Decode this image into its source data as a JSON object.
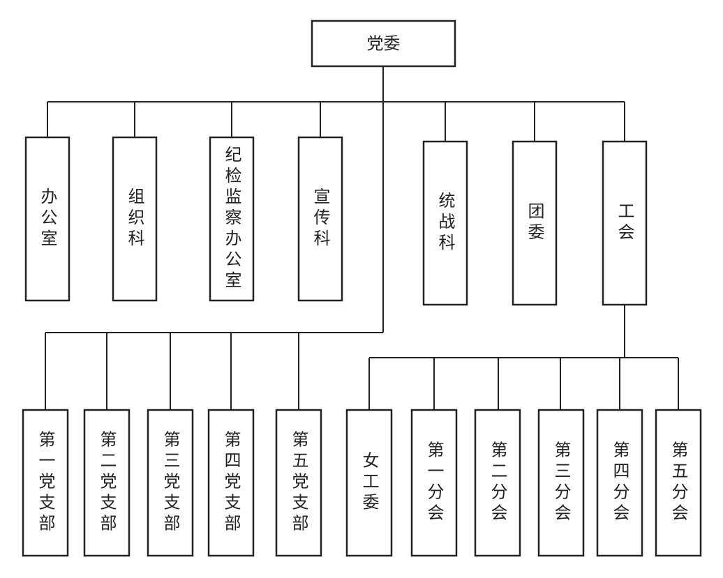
{
  "diagram": {
    "root": {
      "id": "root",
      "label": "党委"
    },
    "departments": [
      {
        "id": "d1",
        "label": "办公室"
      },
      {
        "id": "d2",
        "label": "组织科"
      },
      {
        "id": "d3",
        "label": "纪检监察办公室"
      },
      {
        "id": "d4",
        "label": "宣传科"
      },
      {
        "id": "d5",
        "label": "统战科"
      },
      {
        "id": "d6",
        "label": "团委"
      },
      {
        "id": "d7",
        "label": "工会"
      }
    ],
    "party_branches": [
      {
        "id": "b1",
        "label": "第一党支部"
      },
      {
        "id": "b2",
        "label": "第二党支部"
      },
      {
        "id": "b3",
        "label": "第三党支部"
      },
      {
        "id": "b4",
        "label": "第四党支部"
      },
      {
        "id": "b5",
        "label": "第五党支部"
      }
    ],
    "union_subunits": [
      {
        "id": "u0",
        "label": "女工委"
      },
      {
        "id": "u1",
        "label": "第一分会"
      },
      {
        "id": "u2",
        "label": "第二分会"
      },
      {
        "id": "u3",
        "label": "第三分会"
      },
      {
        "id": "u4",
        "label": "第四分会"
      },
      {
        "id": "u5",
        "label": "第五分会"
      }
    ]
  }
}
